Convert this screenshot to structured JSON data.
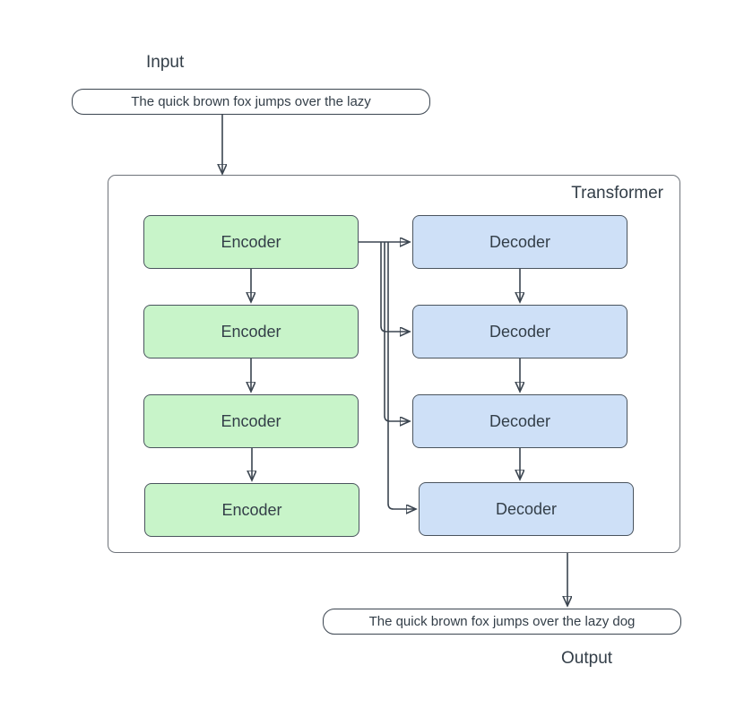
{
  "input": {
    "label": "Input",
    "text": "The quick brown fox jumps over the lazy"
  },
  "transformer": {
    "label": "Transformer",
    "encoders": [
      "Encoder",
      "Encoder",
      "Encoder",
      "Encoder"
    ],
    "decoders": [
      "Decoder",
      "Decoder",
      "Decoder",
      "Decoder"
    ]
  },
  "output": {
    "label": "Output",
    "text": "The quick brown fox jumps over the lazy dog"
  },
  "colors": {
    "encoder_fill": "#c8f4c9",
    "decoder_fill": "#cee0f7",
    "node_stroke": "#4a545e",
    "stroke_dark": "#3b4550",
    "container_stroke": "#6e737a",
    "text": "#333e48"
  }
}
